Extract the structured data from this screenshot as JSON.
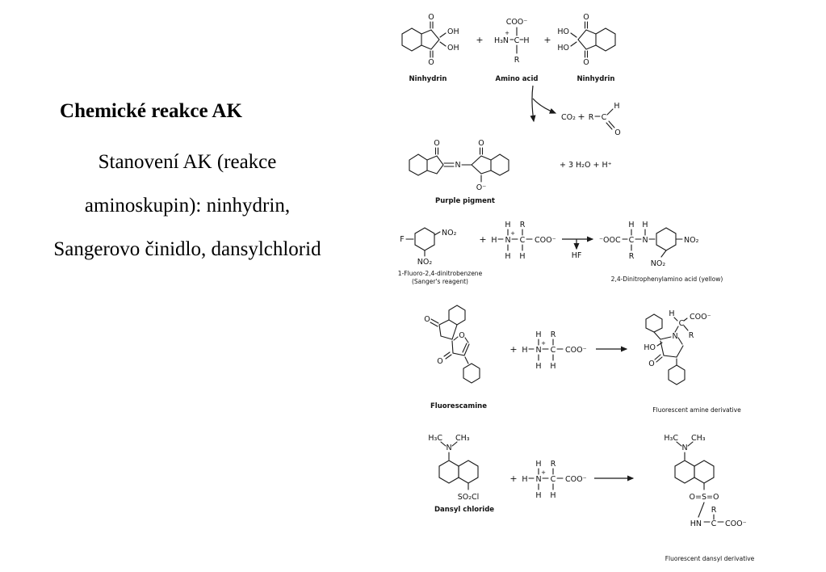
{
  "slide": {
    "title": "Chemické reakce AK",
    "body": {
      "line1": "Stanovení AK (reakce",
      "line2": "aminoskupin): ninhydrin,",
      "line3": "Sangerovo činidlo, dansylchlorid"
    }
  },
  "sym": {
    "plus": "+",
    "o": "O",
    "oh": "OH",
    "ho": "HO",
    "c": "C",
    "h": "H",
    "r": "R",
    "n": "N",
    "f": "F",
    "hn": "HN",
    "coo_minus": "COO⁻",
    "ooc_minus": "⁻OOC",
    "h3n": "H₃N",
    "co2": "CO₂",
    "hydrolysis": "+ 3 H₂O  +  H⁺",
    "hf": "HF",
    "no2": "NO₂",
    "o_minus": "O⁻",
    "so2cl": "SO₂Cl",
    "oso": "O=S=O",
    "h3c": "H₃C",
    "ch3": "CH₃"
  },
  "captions": {
    "ninhydrin": "Ninhydrin",
    "amino_acid": "Amino acid",
    "purple_pigment": "Purple pigment",
    "sanger_line1": "1-Fluoro-2,4-dinitrobenzene",
    "sanger_line2": "(Sanger's reagent)",
    "dnp_acid": "2,4-Dinitrophenylamino acid (yellow)",
    "fluorescamine": "Fluorescamine",
    "fluorescent_amine": "Fluorescent amine derivative",
    "dansyl_chloride": "Dansyl chloride",
    "dansyl_derivative": "Fluorescent dansyl derivative"
  }
}
